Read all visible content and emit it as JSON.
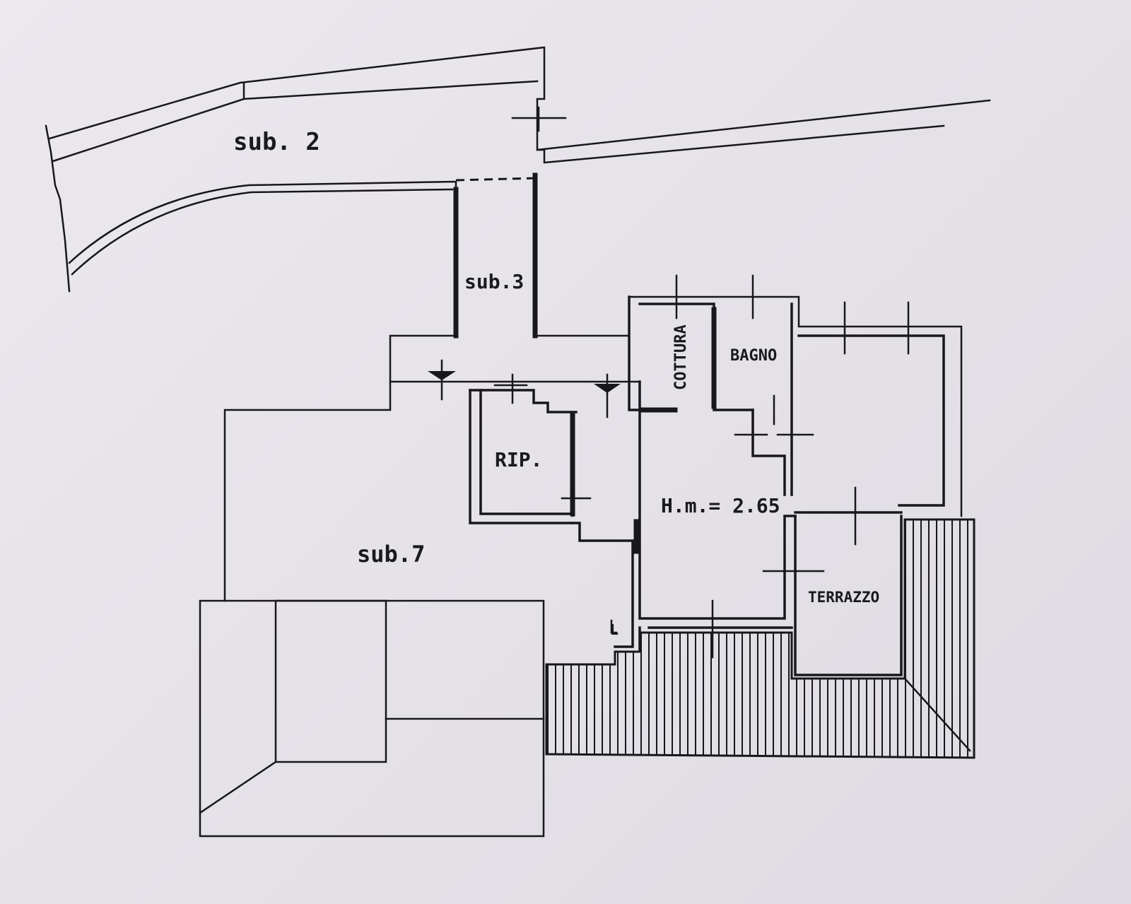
{
  "labels": {
    "sub2": "sub. 2",
    "sub3": "sub.3",
    "sub7": "sub.7",
    "cottura": "COTTURA",
    "bagno": "BAGNO",
    "rip": "RIP.",
    "height": "H.m.= 2.65",
    "terrazzo": "TERRAZZO",
    "l_mark": "L"
  },
  "colors": {
    "paper": "#e7e4ea",
    "ink": "#18181c"
  }
}
